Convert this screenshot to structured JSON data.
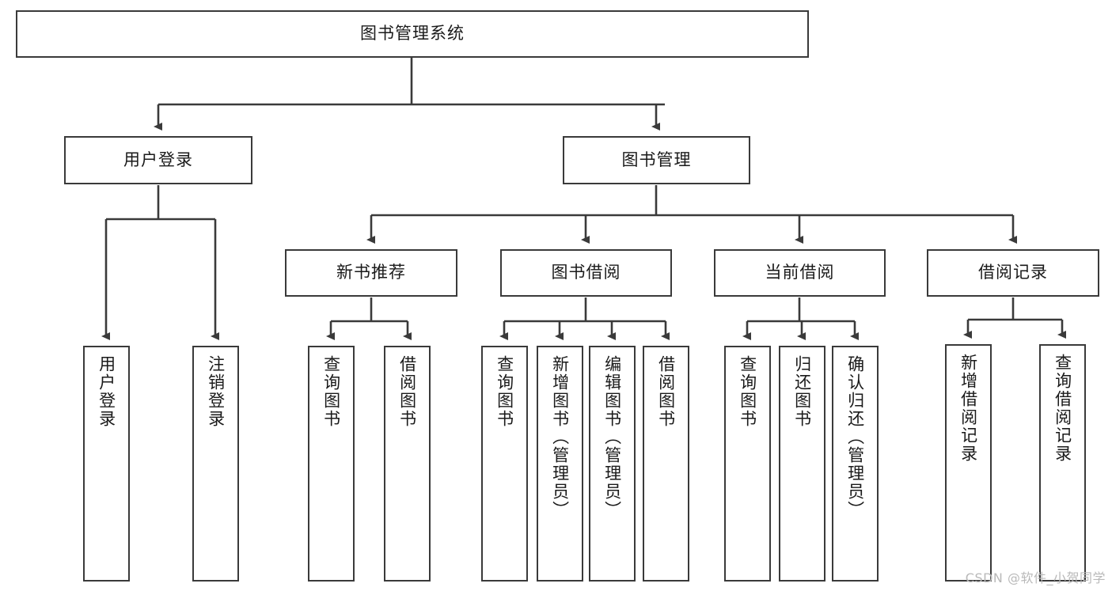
{
  "diagram": {
    "title": "图书管理系统",
    "watermark": "CSDN @软件_小贺同学",
    "line_color": "#3a3a3a",
    "box_fill": "#ffffff",
    "text_color": "#1a1a1a",
    "root": {
      "label": "图书管理系统"
    },
    "level1": [
      {
        "id": "user-login",
        "label": "用户登录"
      },
      {
        "id": "book-management",
        "label": "图书管理"
      }
    ],
    "level2": [
      {
        "id": "new-book-recommend",
        "label": "新书推荐"
      },
      {
        "id": "book-borrow",
        "label": "图书借阅"
      },
      {
        "id": "current-borrow",
        "label": "当前借阅"
      },
      {
        "id": "borrow-record",
        "label": "借阅记录"
      }
    ],
    "leaves": {
      "user-login": [
        {
          "id": "leaf-user-login",
          "label": "用户登录"
        },
        {
          "id": "leaf-user-logout",
          "label": "注销登录"
        }
      ],
      "new-book-recommend": [
        {
          "id": "leaf-query-book-1",
          "label": "查询图书"
        },
        {
          "id": "leaf-borrow-book-1",
          "label": "借阅图书"
        }
      ],
      "book-borrow": [
        {
          "id": "leaf-query-book-2",
          "label": "查询图书"
        },
        {
          "id": "leaf-add-book",
          "label": "新增图书（管理员）"
        },
        {
          "id": "leaf-edit-book",
          "label": "编辑图书（管理员）"
        },
        {
          "id": "leaf-borrow-book-2",
          "label": "借阅图书"
        }
      ],
      "current-borrow": [
        {
          "id": "leaf-query-book-3",
          "label": "查询图书"
        },
        {
          "id": "leaf-return-book",
          "label": "归还图书"
        },
        {
          "id": "leaf-confirm-return",
          "label": "确认归还（管理员）"
        }
      ],
      "borrow-record": [
        {
          "id": "leaf-add-record",
          "label": "新增借阅记录"
        },
        {
          "id": "leaf-query-record",
          "label": "查询借阅记录"
        }
      ]
    }
  }
}
